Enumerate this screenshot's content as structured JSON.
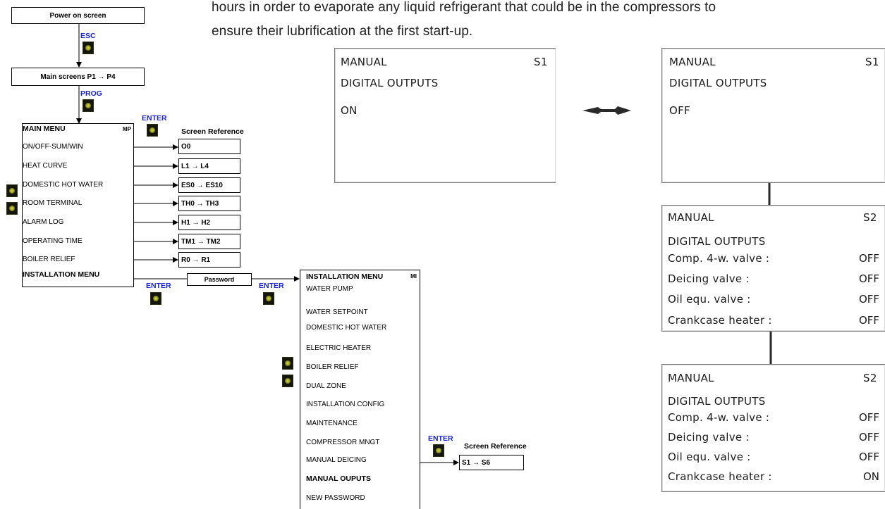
{
  "intro": {
    "line1": "hours in order to evaporate any liquid refrigerant that could be in the compressors to",
    "line2": "ensure their lubrification at the first start-up."
  },
  "flow": {
    "power_on": "Power on screen",
    "esc": "ESC",
    "main_screens": "Main screens P1 → P4",
    "prog": "PROG",
    "enter": "ENTER",
    "screen_reference": "Screen Reference",
    "password": "Password"
  },
  "main_menu": {
    "title": "MAIN MENU",
    "code": "MP",
    "items": [
      "ON/OFF-SUM/WIN",
      "HEAT CURVE",
      "DOMESTIC HOT WATER",
      "ROOM TERMINAL",
      "ALARM LOG",
      "OPERATING TIME",
      "BOILER RELIEF"
    ],
    "last_item": "INSTALLATION MENU"
  },
  "main_refs": [
    "O0",
    "L1 → L4",
    "ES0 → ES10",
    "TH0 → TH3",
    "H1 → H2",
    "TM1 → TM2",
    "R0 → R1"
  ],
  "install_menu": {
    "title": "INSTALLATION MENU",
    "code": "MI",
    "items": [
      "WATER PUMP",
      "WATER SETPOINT",
      "DOMESTIC HOT WATER",
      "ELECTRIC HEATER",
      "BOILER RELIEF",
      "DUAL ZONE",
      "INSTALLATION CONFIG",
      "MAINTENANCE",
      "COMPRESSOR MNGT",
      "MANUAL DEICING",
      "MANUAL OUPUTS",
      "NEW PASSWORD"
    ]
  },
  "manual_ref": "S1 → S6",
  "screens": {
    "s1_on": {
      "l1": "MANUAL",
      "code": "S1",
      "l2": "DIGITAL OUTPUTS",
      "l3": "ON"
    },
    "s1_off": {
      "l1": "MANUAL",
      "code": "S1",
      "l2": "DIGITAL OUTPUTS",
      "l3": "OFF"
    },
    "s2_a": {
      "l1": "MANUAL",
      "code": "S2",
      "l2": "DIGITAL OUTPUTS",
      "rows": [
        {
          "label": "Comp. 4-w. valve :",
          "value": "OFF"
        },
        {
          "label": "Deicing valve :",
          "value": "OFF"
        },
        {
          "label": "Oil equ. valve :",
          "value": "OFF"
        },
        {
          "label": "Crankcase heater :",
          "value": "OFF"
        }
      ]
    },
    "s2_b": {
      "l1": "MANUAL",
      "code": "S2",
      "l2": "DIGITAL OUTPUTS",
      "rows": [
        {
          "label": "Comp. 4-w. valve :",
          "value": "OFF"
        },
        {
          "label": "Deicing valve :",
          "value": "OFF"
        },
        {
          "label": "Oil equ. valve :",
          "value": "OFF"
        },
        {
          "label": "Crankcase heater :",
          "value": "ON"
        }
      ]
    }
  }
}
